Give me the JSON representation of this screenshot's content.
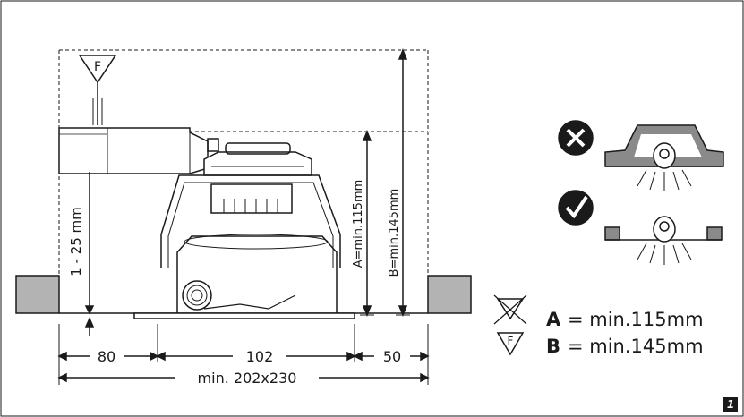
{
  "fire_symbol_letter": "F",
  "labels": {
    "recess_range": "1 - 25 mm",
    "a_vertical": "A=min.115mm",
    "b_vertical": "B=min.145mm",
    "dim_left": "80",
    "dim_middle": "102",
    "dim_right": "50",
    "dim_total": "min. 202x230"
  },
  "legend": [
    {
      "key": "A",
      "text": "= min.115mm",
      "symbol": "no-fire-rating-icon"
    },
    {
      "key": "B",
      "text": "= min.145mm",
      "symbol": "fire-rating-icon"
    }
  ],
  "figure_number": "1",
  "colors": {
    "line": "#1a1a1a",
    "gray_fill": "#b3b3b3",
    "dark_gray_fill": "#8a8a8a"
  }
}
